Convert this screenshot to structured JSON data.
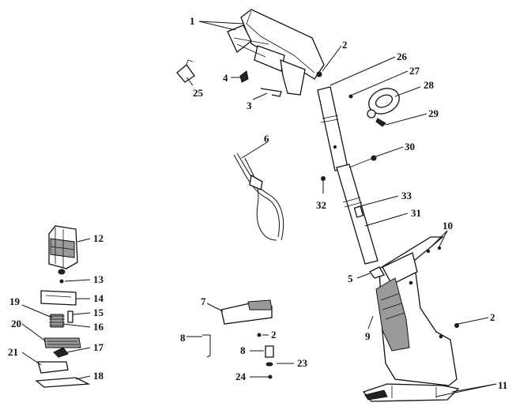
{
  "diagram": {
    "callouts": [
      {
        "id": "1",
        "text": "1"
      },
      {
        "id": "2a",
        "text": "2"
      },
      {
        "id": "2b",
        "text": "2"
      },
      {
        "id": "2c",
        "text": "2"
      },
      {
        "id": "3",
        "text": "3"
      },
      {
        "id": "4",
        "text": "4"
      },
      {
        "id": "5",
        "text": "5"
      },
      {
        "id": "6",
        "text": "6"
      },
      {
        "id": "7",
        "text": "7"
      },
      {
        "id": "8a",
        "text": "8"
      },
      {
        "id": "8b",
        "text": "8"
      },
      {
        "id": "9",
        "text": "9"
      },
      {
        "id": "10",
        "text": "10"
      },
      {
        "id": "11",
        "text": "11"
      },
      {
        "id": "12",
        "text": "12"
      },
      {
        "id": "13",
        "text": "13"
      },
      {
        "id": "14",
        "text": "14"
      },
      {
        "id": "15",
        "text": "15"
      },
      {
        "id": "16",
        "text": "16"
      },
      {
        "id": "17",
        "text": "17"
      },
      {
        "id": "18",
        "text": "18"
      },
      {
        "id": "19",
        "text": "19"
      },
      {
        "id": "20",
        "text": "20"
      },
      {
        "id": "21",
        "text": "21"
      },
      {
        "id": "23",
        "text": "23"
      },
      {
        "id": "24",
        "text": "24"
      },
      {
        "id": "25",
        "text": "25"
      },
      {
        "id": "26",
        "text": "26"
      },
      {
        "id": "27",
        "text": "27"
      },
      {
        "id": "28",
        "text": "28"
      },
      {
        "id": "29",
        "text": "29"
      },
      {
        "id": "30",
        "text": "30"
      },
      {
        "id": "31",
        "text": "31"
      },
      {
        "id": "32",
        "text": "32"
      },
      {
        "id": "33",
        "text": "33"
      }
    ]
  }
}
